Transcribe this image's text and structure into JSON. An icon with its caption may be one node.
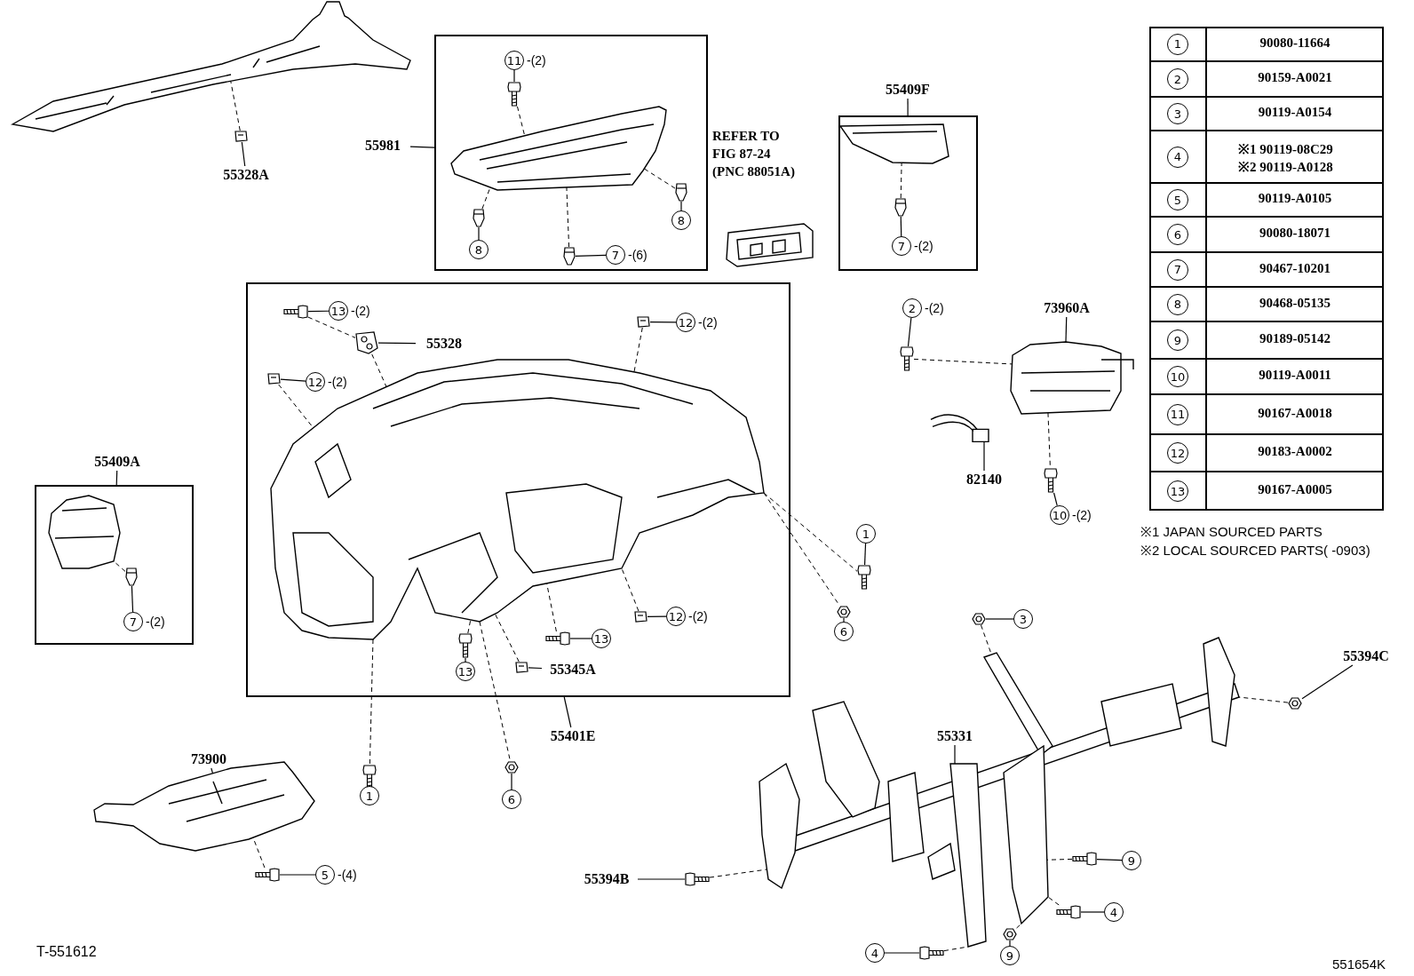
{
  "diagram": {
    "nodes": [
      {
        "text": [],
        "shape": "box"
      },
      {
        "text": [
          "55981"
        ]
      },
      {
        "text": [
          "11"
        ],
        "in": 0,
        "beside": [
          "-(2)"
        ]
      },
      {
        "text": [
          "8"
        ],
        "in": 0
      },
      {
        "text": [
          "7"
        ],
        "in": 0,
        "beside": [
          "-(6)"
        ]
      },
      {
        "text": [
          "8"
        ],
        "in": 0
      },
      {
        "text": [],
        "shape": "box"
      },
      {
        "text": [
          "55409F"
        ]
      },
      {
        "text": [
          "7"
        ],
        "in": 6,
        "beside": [
          "-(2)"
        ]
      },
      {
        "text": [],
        "shape": "box"
      },
      {
        "text": [
          "55409A"
        ]
      },
      {
        "text": [
          "7"
        ],
        "in": 9,
        "beside": [
          "-(2)"
        ]
      },
      {
        "text": [],
        "shape": "box"
      },
      {
        "text": [
          "55401E"
        ]
      },
      {
        "text": [
          "13"
        ],
        "in": 12,
        "beside": [
          "-(2)"
        ]
      },
      {
        "text": [
          "55328"
        ],
        "in": 12
      },
      {
        "text": [
          "12"
        ],
        "in": 12,
        "beside": [
          "-(2)"
        ]
      },
      {
        "text": [
          "12"
        ],
        "in": 12,
        "beside": [
          "-(2)"
        ]
      },
      {
        "text": [
          "13"
        ],
        "in": 12
      },
      {
        "text": [
          "13"
        ],
        "in": 12
      },
      {
        "text": [
          "55345A"
        ],
        "in": 12
      },
      {
        "text": [
          "12"
        ],
        "in": 12,
        "beside": [
          "-(2)"
        ]
      },
      {
        "text": [
          "55328A"
        ]
      },
      {
        "text": [
          "1"
        ]
      },
      {
        "text": [
          "6"
        ]
      },
      {
        "text": [
          "2"
        ],
        "beside": [
          "-(2)"
        ]
      },
      {
        "text": [
          "73960A"
        ]
      },
      {
        "text": [
          "82140"
        ]
      },
      {
        "text": [
          "10"
        ],
        "beside": [
          "-(2)"
        ]
      },
      {
        "text": [
          "1"
        ]
      },
      {
        "text": [
          "6"
        ]
      },
      {
        "text": [
          "73900"
        ]
      },
      {
        "text": [
          "5"
        ],
        "beside": [
          "-(4)"
        ]
      },
      {
        "text": [
          "3"
        ]
      },
      {
        "text": [
          "55394C"
        ]
      },
      {
        "text": [
          "55331"
        ]
      },
      {
        "text": [
          "55394B"
        ]
      },
      {
        "text": [
          "9"
        ]
      },
      {
        "text": [
          "4"
        ]
      },
      {
        "text": [
          "4"
        ]
      },
      {
        "text": [
          "9"
        ]
      },
      {
        "text": [],
        "shape": "picture"
      },
      {
        "text": [],
        "shape": "picture",
        "in": 0
      },
      {
        "text": [],
        "shape": "picture",
        "in": 6
      },
      {
        "text": [],
        "shape": "picture",
        "in": 9
      },
      {
        "text": [],
        "shape": "picture",
        "in": 12
      },
      {
        "text": [],
        "shape": "picture"
      },
      {
        "text": [],
        "shape": "picture"
      },
      {
        "text": [],
        "shape": "picture"
      },
      {
        "text": [],
        "shape": "picture"
      },
      {
        "text": [],
        "shape": "picture",
        "in": 0
      },
      {
        "text": [],
        "shape": "picture",
        "in": 0
      },
      {
        "text": [],
        "shape": "picture",
        "in": 0
      },
      {
        "text": [],
        "shape": "picture",
        "in": 0
      },
      {
        "text": [],
        "shape": "picture",
        "in": 6
      },
      {
        "text": [],
        "shape": "picture",
        "in": 9
      },
      {
        "text": [],
        "shape": "picture",
        "in": 12
      },
      {
        "text": [],
        "shape": "picture",
        "in": 12
      },
      {
        "text": [],
        "shape": "picture",
        "in": 12
      },
      {
        "text": [],
        "shape": "picture",
        "in": 12
      },
      {
        "text": [],
        "shape": "picture",
        "in": 12
      },
      {
        "text": [],
        "shape": "picture",
        "in": 12
      },
      {
        "text": [],
        "shape": "picture",
        "in": 12
      },
      {
        "text": [],
        "shape": "picture",
        "in": 12
      },
      {
        "text": [],
        "shape": "picture"
      },
      {
        "text": [],
        "shape": "picture"
      },
      {
        "text": [],
        "shape": "picture"
      },
      {
        "text": [],
        "shape": "picture"
      },
      {
        "text": [],
        "shape": "picture"
      },
      {
        "text": [],
        "shape": "picture"
      },
      {
        "text": [],
        "shape": "picture"
      },
      {
        "text": [],
        "shape": "picture"
      },
      {
        "text": [],
        "shape": "picture"
      },
      {
        "text": [],
        "shape": "picture"
      },
      {
        "text": [],
        "shape": "picture"
      },
      {
        "text": [],
        "shape": "picture"
      },
      {
        "text": [],
        "shape": "picture"
      },
      {
        "text": [],
        "shape": "picture"
      },
      {
        "text": [],
        "shape": "picture"
      },
      {
        "text": [
          "1"
        ]
      },
      {
        "text": [
          "2"
        ]
      },
      {
        "text": [
          "3"
        ]
      },
      {
        "text": [
          "4"
        ]
      },
      {
        "text": [
          "5"
        ]
      },
      {
        "text": [
          "6"
        ]
      },
      {
        "text": [
          "7"
        ]
      },
      {
        "text": [
          "8"
        ]
      },
      {
        "text": [
          "9"
        ]
      },
      {
        "text": [
          "10"
        ]
      },
      {
        "text": [
          "11"
        ]
      },
      {
        "text": [
          "12"
        ]
      },
      {
        "text": [
          "13"
        ]
      }
    ],
    "edges": [
      {
        "from": 1,
        "to": 0,
        "arrow": "none"
      },
      {
        "from": 2,
        "to": 50,
        "arrow": "none"
      },
      {
        "from": 3,
        "to": 51,
        "arrow": "none"
      },
      {
        "from": 4,
        "to": 52,
        "arrow": "none"
      },
      {
        "from": 5,
        "to": 53,
        "arrow": "none"
      },
      {
        "from": 7,
        "to": 6,
        "arrow": "none"
      },
      {
        "from": 8,
        "to": 54,
        "arrow": "none"
      },
      {
        "from": 10,
        "to": 9,
        "arrow": "none"
      },
      {
        "from": 11,
        "to": 55,
        "arrow": "none"
      },
      {
        "from": 13,
        "to": 12,
        "arrow": "none"
      },
      {
        "from": 14,
        "to": 56,
        "arrow": "none"
      },
      {
        "from": 15,
        "to": 57,
        "arrow": "none"
      },
      {
        "from": 16,
        "to": 58,
        "arrow": "none"
      },
      {
        "from": 17,
        "to": 59,
        "arrow": "none"
      },
      {
        "from": 18,
        "to": 60,
        "arrow": "none"
      },
      {
        "from": 19,
        "to": 61,
        "arrow": "none"
      },
      {
        "from": 20,
        "to": 62,
        "arrow": "none"
      },
      {
        "from": 21,
        "to": 63,
        "arrow": "none"
      },
      {
        "from": 22,
        "to": 64,
        "arrow": "none"
      },
      {
        "from": 23,
        "to": 65,
        "arrow": "none"
      },
      {
        "from": 24,
        "to": 66,
        "arrow": "none"
      },
      {
        "from": 25,
        "to": 67,
        "arrow": "none"
      },
      {
        "from": 26,
        "to": 46,
        "arrow": "none"
      },
      {
        "from": 27,
        "to": 47,
        "arrow": "none"
      },
      {
        "from": 28,
        "to": 68,
        "arrow": "none"
      },
      {
        "from": 29,
        "to": 69,
        "arrow": "none"
      },
      {
        "from": 30,
        "to": 70,
        "arrow": "none"
      },
      {
        "from": 31,
        "to": 48,
        "arrow": "none"
      },
      {
        "from": 32,
        "to": 71,
        "arrow": "none"
      },
      {
        "from": 33,
        "to": 72,
        "arrow": "none"
      },
      {
        "from": 34,
        "to": 73,
        "arrow": "none"
      },
      {
        "from": 35,
        "to": 49,
        "arrow": "none"
      },
      {
        "from": 36,
        "to": 74,
        "arrow": "none"
      },
      {
        "from": 37,
        "to": 75,
        "arrow": "none"
      },
      {
        "from": 38,
        "to": 76,
        "arrow": "none"
      },
      {
        "from": 39,
        "to": 77,
        "arrow": "none"
      },
      {
        "from": 40,
        "to": 78,
        "arrow": "none"
      },
      {
        "from": 64,
        "to": 41,
        "arrow": "none",
        "style": "dashed"
      },
      {
        "from": 50,
        "to": 42,
        "arrow": "none",
        "style": "dashed"
      },
      {
        "from": 51,
        "to": 42,
        "arrow": "none",
        "style": "dashed"
      },
      {
        "from": 52,
        "to": 42,
        "arrow": "none",
        "style": "dashed"
      },
      {
        "from": 53,
        "to": 42,
        "arrow": "none",
        "style": "dashed"
      },
      {
        "from": 54,
        "to": 43,
        "arrow": "none",
        "style": "dashed"
      },
      {
        "from": 55,
        "to": 44,
        "arrow": "none",
        "style": "dashed"
      },
      {
        "from": 57,
        "to": 45,
        "arrow": "none",
        "style": "dashed"
      },
      {
        "from": 58,
        "to": 45,
        "arrow": "none",
        "style": "dashed"
      },
      {
        "from": 59,
        "to": 45,
        "arrow": "none",
        "style": "dashed"
      },
      {
        "from": 60,
        "to": 45,
        "arrow": "none",
        "style": "dashed"
      },
      {
        "from": 61,
        "to": 45,
        "arrow": "none",
        "style": "dashed"
      },
      {
        "from": 62,
        "to": 45,
        "arrow": "none",
        "style": "dashed"
      },
      {
        "from": 63,
        "to": 45,
        "arrow": "none",
        "style": "dashed"
      },
      {
        "from": 45,
        "to": 65,
        "arrow": "none",
        "style": "dashed"
      },
      {
        "from": 45,
        "to": 66,
        "arrow": "none",
        "style": "dashed"
      },
      {
        "from": 45,
        "to": 69,
        "arrow": "none",
        "style": "dashed"
      },
      {
        "from": 45,
        "to": 70,
        "arrow": "none",
        "style": "dashed"
      },
      {
        "from": 67,
        "to": 46,
        "arrow": "none",
        "style": "dashed"
      },
      {
        "from": 46,
        "to": 68,
        "arrow": "none",
        "style": "dashed"
      },
      {
        "from": 71,
        "to": 48,
        "arrow": "none",
        "style": "dashed"
      },
      {
        "from": 72,
        "to": 49,
        "arrow": "none",
        "style": "dashed"
      },
      {
        "from": 73,
        "to": 49,
        "arrow": "none",
        "style": "dashed"
      },
      {
        "from": 74,
        "to": 49,
        "arrow": "none",
        "style": "dashed"
      },
      {
        "from": 75,
        "to": 49,
        "arrow": "none",
        "style": "dashed"
      },
      {
        "from": 76,
        "to": 49,
        "arrow": "none",
        "style": "dashed"
      },
      {
        "from": 77,
        "to": 49,
        "arrow": "none",
        "style": "dashed"
      },
      {
        "from": 78,
        "to": 49,
        "arrow": "none",
        "style": "dashed"
      },
      {
        "from": 56,
        "to": 57,
        "arrow": "none",
        "style": "dashed"
      }
    ],
    "labels": [
      "REFER TO FIG 87-24 (PNC 88051A)",
      "90080-11664",
      "90159-A0021",
      "90119-A0154",
      "※1 90119-08C29",
      "※2 90119-A0128",
      "90119-A0105",
      "90080-18071",
      "90467-10201",
      "90468-05135",
      "90189-05142",
      "90119-A0011",
      "90167-A0018",
      "90183-A0002",
      "90167-A0005",
      "※1 JAPAN SOURCED PARTS",
      "※2 LOCAL SOURCED PARTS( -0903)",
      "T-551612",
      "551654K"
    ]
  }
}
